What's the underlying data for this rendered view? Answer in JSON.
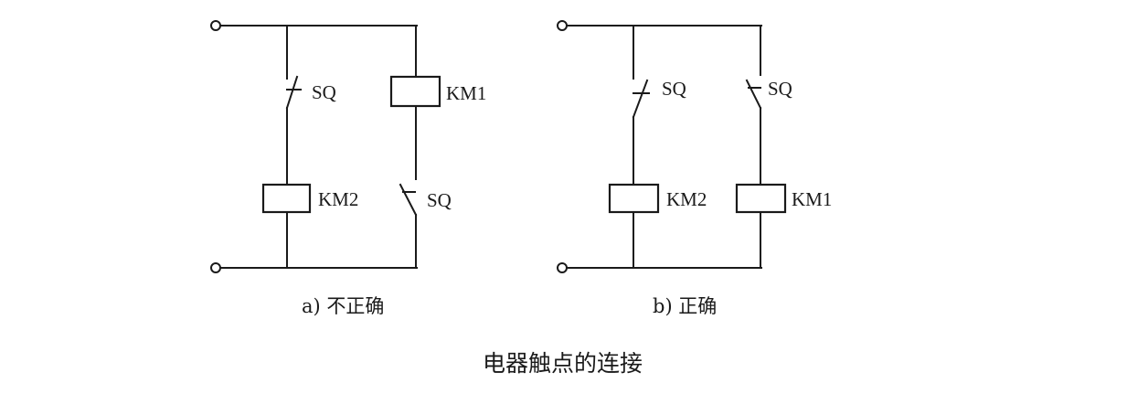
{
  "circuits": {
    "a": {
      "caption": "a) 不正确",
      "left_branch": {
        "switch_label": "SQ",
        "coil_label": "KM2"
      },
      "right_branch": {
        "coil_label": "KM1",
        "switch_label": "SQ"
      }
    },
    "b": {
      "caption": "b) 正确",
      "left_branch": {
        "switch_label": "SQ",
        "coil_label": "KM2"
      },
      "right_branch": {
        "switch_label": "SQ",
        "coil_label": "KM1"
      }
    }
  },
  "figure_title": "电器触点的连接"
}
